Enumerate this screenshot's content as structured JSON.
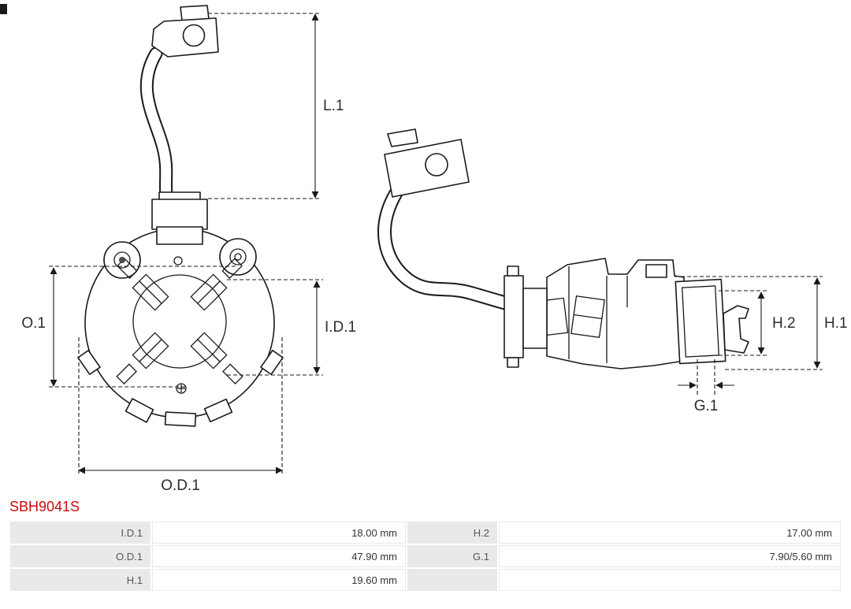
{
  "part_number": "SBH9041S",
  "colors": {
    "accent": "#cc0b0e",
    "line": "#1a1a1a",
    "table_label_bg": "#e9e9e9"
  },
  "front_view": {
    "labels": {
      "l1": "L.1",
      "o1": "O.1",
      "id1": "I.D.1",
      "od1": "O.D.1"
    }
  },
  "side_view": {
    "labels": {
      "h2": "H.2",
      "h1": "H.1",
      "g1": "G.1"
    }
  },
  "table": {
    "rows": [
      {
        "label1": "I.D.1",
        "value1": "18.00 mm",
        "label2": "H.2",
        "value2": "17.00 mm"
      },
      {
        "label1": "O.D.1",
        "value1": "47.90 mm",
        "label2": "G.1",
        "value2": "7.90/5.60 mm"
      },
      {
        "label1": "H.1",
        "value1": "19.60 mm",
        "label2": "",
        "value2": ""
      }
    ]
  }
}
